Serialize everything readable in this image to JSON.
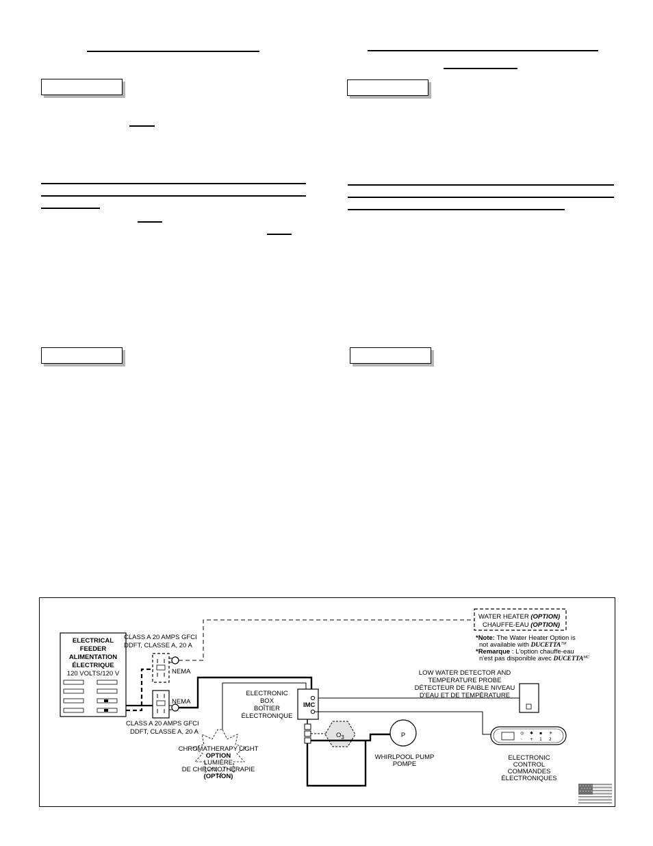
{
  "diagram": {
    "feeder": {
      "lines": [
        "ELECTRICAL",
        "FEEDER",
        "ALIMENTATION",
        "ÉLECTRIQUE"
      ],
      "voltage": "120 VOLTS/120 V"
    },
    "gfci_top": {
      "line1": "CLASS A 20 AMPS GFCI",
      "line2": "DDFT, CLASSE A, 20 A"
    },
    "gfci_bottom": {
      "line1": "CLASS A 20 AMPS GFCI",
      "line2": "DDFT, CLASSE A, 20 A"
    },
    "nema_top": "NEMA",
    "nema_bottom": "NEMA",
    "water_heater": {
      "line1_prefix": "WATER HEATER ",
      "line1_option": "(OPTION)",
      "line2_prefix": "CHAUFFE-EAU ",
      "line2_option": "(OPTION)"
    },
    "note": {
      "label": "*Note:",
      "line1_rest": " The Water Heater Option is",
      "line2": "not available with ",
      "brand": "DUCETTA",
      "tm": "TM",
      "remarque_label": "*Remarque",
      "remarque_line1": " : L'option chauffe-eau",
      "remarque_line2": "n'est pas disponible avec ",
      "brand2": "DUCETTA",
      "mc": "MC"
    },
    "low_water": {
      "lines": [
        "LOW WATER DETECTOR AND",
        "TEMPERATURE PROBE",
        "DÉTECTEUR DE FAIBLE NIVEAU",
        "D'EAU ET DE TEMPÉRATURE"
      ]
    },
    "electronic_box": {
      "lines": [
        "ELECTRONIC",
        "BOX",
        "BOÎTIER",
        "ÉLECTRONIQUE"
      ],
      "imc": "IMC"
    },
    "ozone": "O",
    "ozone_sub": "3",
    "pump_symbol": "P",
    "pump_label": {
      "line1": "WHIRLPOOL PUMP",
      "line2": "POMPE"
    },
    "chromatherapy": {
      "line1": "CHROMATHERAPY LIGHT",
      "line2": "OPTION",
      "line3": "LUMIÈRE",
      "line4": "DE CHROMOTHÉRAPIE",
      "line5": "(OPTION)"
    },
    "control": {
      "lines": [
        "ELECTRONIC",
        "CONTROL",
        "COMMANDES",
        "ÉLECTRONIQUES"
      ]
    }
  }
}
